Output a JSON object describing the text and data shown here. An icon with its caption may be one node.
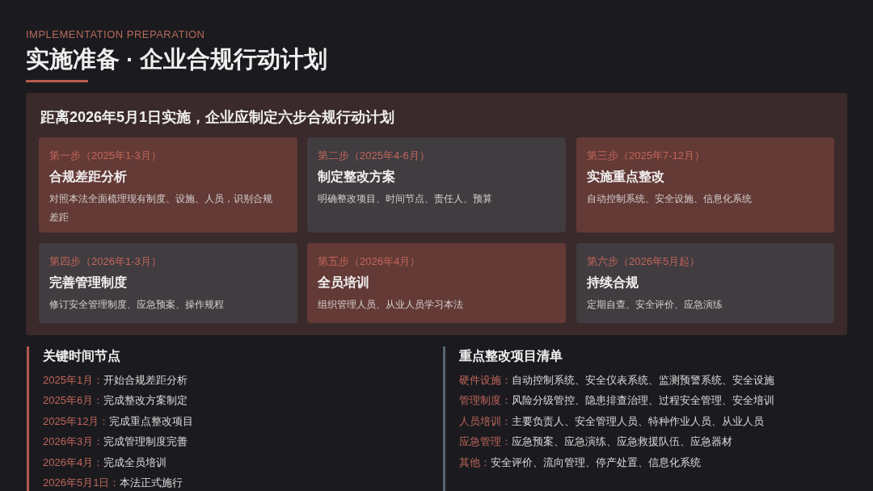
{
  "diagram": {
    "title": "实施准备 · 企业合规行动计划",
    "nodes": [
      {
        "text": [
          "距离2026年5月1日实施，企业应制定六步合规行动计划"
        ]
      },
      {
        "text": [
          "第一步（2025年1-3月）",
          "合规差距分析",
          "对照本法全面梳理现有制度、设施、人员，识别合规差距"
        ],
        "in": 0
      },
      {
        "text": [
          "第二步（2025年4-6月）",
          "制定整改方案",
          "明确整改项目、时间节点、责任人、预算"
        ],
        "in": 0
      },
      {
        "text": [
          "第三步（2025年7-12月）",
          "实施重点整改",
          "自动控制系统、安全设施、信息化系统"
        ],
        "in": 0
      },
      {
        "text": [
          "第四步（2026年1-3月）",
          "完善管理制度",
          "修订安全管理制度、应急预案、操作规程"
        ],
        "in": 0
      },
      {
        "text": [
          "第五步（2026年4月）",
          "全员培训",
          "组织管理人员、从业人员学习本法"
        ],
        "in": 0
      },
      {
        "text": [
          "第六步（2026年5月起）",
          "持续合规",
          "定期自查、安全评价、应急演练"
        ],
        "in": 0
      },
      {
        "text": [
          "关键时间节点",
          "2025年1月：",
          "开始合规差距分析",
          "2025年6月：",
          "完成整改方案制定",
          "2025年12月：",
          "完成重点整改项目",
          "2026年3月：",
          "完成管理制度完善",
          "2026年4月：",
          "完成全员培训",
          "2026年5月1日：",
          "本法正式施行"
        ]
      },
      {
        "text": [
          "重点整改项目清单",
          "硬件设施：",
          "自动控制系统、安全仪表系统、监测预警系统、安全设施",
          "管理制度：",
          "风险分级管控、隐患排查治理、过程安全管理、安全培训",
          "人员培训：",
          "主要负责人、安全管理人员、特种作业人员、从业人员",
          "应急管理：",
          "应急预案、应急演练、应急救援队伍、应急器材",
          "其他：",
          "安全评价、流向管理、停产处置、信息化系统"
        ]
      }
    ],
    "labels": [
      "IMPLEMENTATION PREPARATION"
    ]
  }
}
